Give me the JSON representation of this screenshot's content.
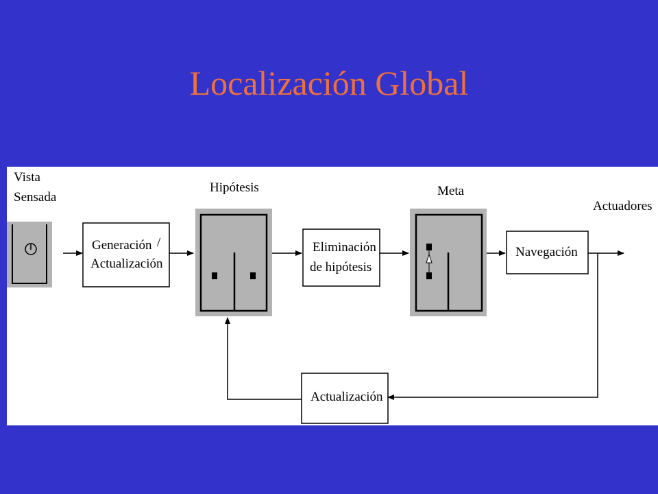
{
  "slide": {
    "title": "Localización Global",
    "background_color": "#3333cc",
    "title_color": "#f0703a"
  },
  "diagram": {
    "labels": {
      "vista_line1": "Vista",
      "vista_line2": "Sensada",
      "hipotesis": "Hipótesis",
      "meta": "Meta",
      "actuadores": "Actuadores"
    },
    "boxes": {
      "generacion_line1": "Generación",
      "generacion_slash": "/",
      "generacion_line2": "Actualización",
      "eliminacion_line1": "Eliminación",
      "eliminacion_line2": "de hipótesis",
      "navegacion": "Navegación",
      "actualizacion": "Actualización"
    },
    "colors": {
      "panel": "#ffffff",
      "map_gray": "#b3b3b3"
    }
  }
}
